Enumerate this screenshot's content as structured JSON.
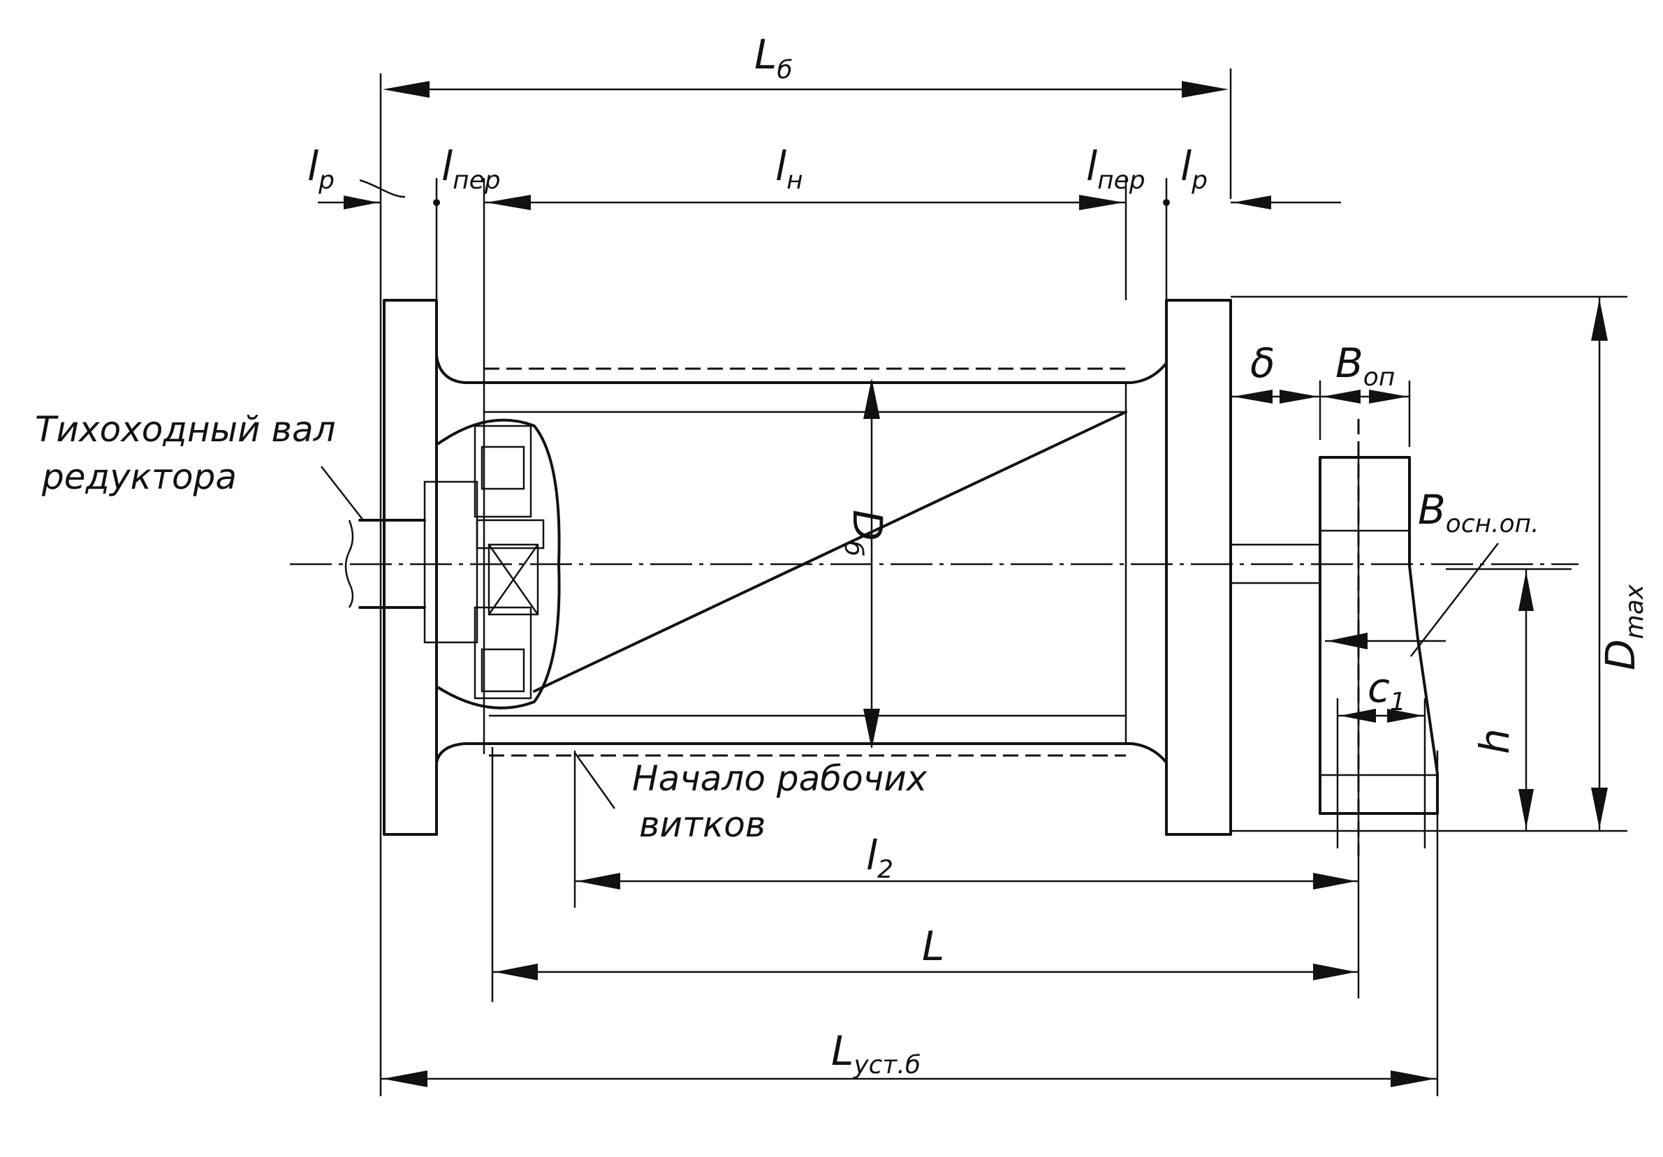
{
  "labels": {
    "L_b": "L",
    "L_b_sub": "б",
    "l_p_left": "l",
    "l_p_left_sub": "р",
    "l_per_left": "l",
    "l_per_left_sub": "пер",
    "l_n": "l",
    "l_n_sub": "н",
    "l_per_right": "l",
    "l_per_right_sub": "пер",
    "l_p_right": "l",
    "l_p_right_sub": "р",
    "D_b": "D",
    "D_b_sub": "б",
    "delta": "δ",
    "B_op": "B",
    "B_op_sub": "оп",
    "B_osn_op": "B",
    "B_osn_op_sub": "осн.оп.",
    "c1": "c",
    "c1_sub": "1",
    "h": "h",
    "D_max": "D",
    "D_max_sub": "max",
    "l_2": "l",
    "l_2_sub": "2",
    "L": "L",
    "L_ust": "L",
    "L_ust_sub": "уст.б"
  },
  "notes": {
    "shaft_line1": "Тихоходный вал",
    "shaft_line2": "редуктора",
    "start_line1": "Начало рабочих",
    "start_line2": "витков"
  }
}
